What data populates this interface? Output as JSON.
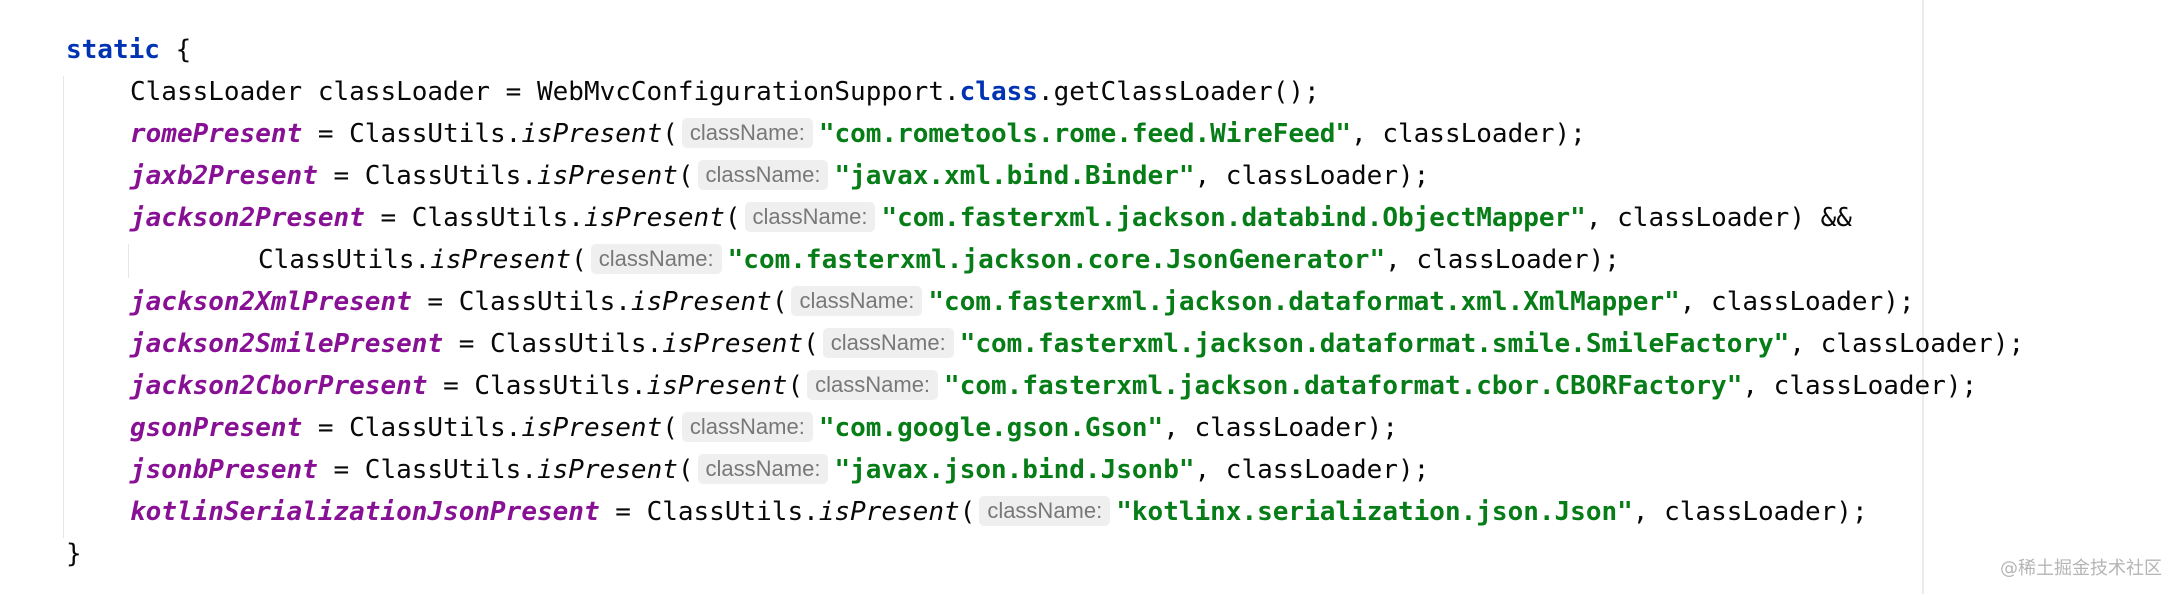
{
  "code": {
    "open": {
      "keyword": "static",
      "brace": " {"
    },
    "classloader_line": {
      "pre": "ClassLoader classLoader = WebMvcConfigurationSupport.",
      "keyword": "class",
      "post": ".getClassLoader();"
    },
    "hint_label": "className:",
    "assignments": [
      {
        "field": "romePresent",
        "mid": " = ClassUtils.",
        "method": "isPresent",
        "paren": "(",
        "string": "\"com.rometools.rome.feed.WireFeed\"",
        "tail": ", classLoader);"
      },
      {
        "field": "jaxb2Present",
        "mid": " = ClassUtils.",
        "method": "isPresent",
        "paren": "(",
        "string": "\"javax.xml.bind.Binder\"",
        "tail": ", classLoader);"
      },
      {
        "field": "jackson2Present",
        "mid": " = ClassUtils.",
        "method": "isPresent",
        "paren": "(",
        "string": "\"com.fasterxml.jackson.databind.ObjectMapper\"",
        "tail": ", classLoader) &&"
      }
    ],
    "continuation": {
      "pre": "ClassUtils.",
      "method": "isPresent",
      "paren": "(",
      "string": "\"com.fasterxml.jackson.core.JsonGenerator\"",
      "tail": ", classLoader);"
    },
    "assignments2": [
      {
        "field": "jackson2XmlPresent",
        "mid": " = ClassUtils.",
        "method": "isPresent",
        "paren": "(",
        "string": "\"com.fasterxml.jackson.dataformat.xml.XmlMapper\"",
        "tail": ", classLoader);"
      },
      {
        "field": "jackson2SmilePresent",
        "mid": " = ClassUtils.",
        "method": "isPresent",
        "paren": "(",
        "string": "\"com.fasterxml.jackson.dataformat.smile.SmileFactory\"",
        "tail": ", classLoader);"
      },
      {
        "field": "jackson2CborPresent",
        "mid": " = ClassUtils.",
        "method": "isPresent",
        "paren": "(",
        "string": "\"com.fasterxml.jackson.dataformat.cbor.CBORFactory\"",
        "tail": ", classLoader);"
      },
      {
        "field": "gsonPresent",
        "mid": " = ClassUtils.",
        "method": "isPresent",
        "paren": "(",
        "string": "\"com.google.gson.Gson\"",
        "tail": ", classLoader);"
      },
      {
        "field": "jsonbPresent",
        "mid": " = ClassUtils.",
        "method": "isPresent",
        "paren": "(",
        "string": "\"javax.json.bind.Jsonb\"",
        "tail": ", classLoader);"
      },
      {
        "field": "kotlinSerializationJsonPresent",
        "mid": " = ClassUtils.",
        "method": "isPresent",
        "paren": "(",
        "string": "\"kotlinx.serialization.json.Json\"",
        "tail": ", classLoader);"
      }
    ],
    "close": "}"
  },
  "watermark": "@稀土掘金技术社区",
  "colors": {
    "keyword": "#0033b3",
    "field": "#871094",
    "string": "#067d17",
    "hint_text": "#787878",
    "hint_background": "#efefef"
  }
}
